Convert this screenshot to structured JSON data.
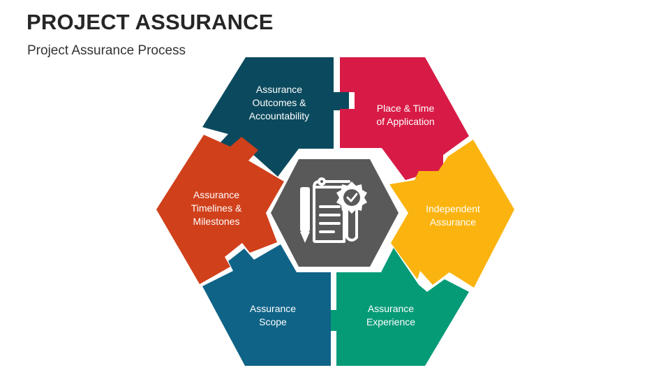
{
  "header": {
    "title": "PROJECT ASSURANCE",
    "subtitle": "Project Assurance Process"
  },
  "diagram": {
    "segments": [
      {
        "id": "outcomes",
        "lines": [
          "Assurance",
          "Outcomes &",
          "Accountability"
        ],
        "color": "#0B4A5E"
      },
      {
        "id": "place",
        "lines": [
          "Place & Time",
          "of Application"
        ],
        "color": "#D81B46"
      },
      {
        "id": "independent",
        "lines": [
          "Independent",
          "Assurance"
        ],
        "color": "#FBB40F"
      },
      {
        "id": "experience",
        "lines": [
          "Assurance",
          "Experience"
        ],
        "color": "#069B77"
      },
      {
        "id": "scope",
        "lines": [
          "Assurance",
          "Scope"
        ],
        "color": "#0F6387"
      },
      {
        "id": "timelines",
        "lines": [
          "Assurance",
          "Timelines &",
          "Milestones"
        ],
        "color": "#D0401B"
      }
    ],
    "center": {
      "color": "#595959",
      "icon": "certificate-document-icon"
    }
  }
}
